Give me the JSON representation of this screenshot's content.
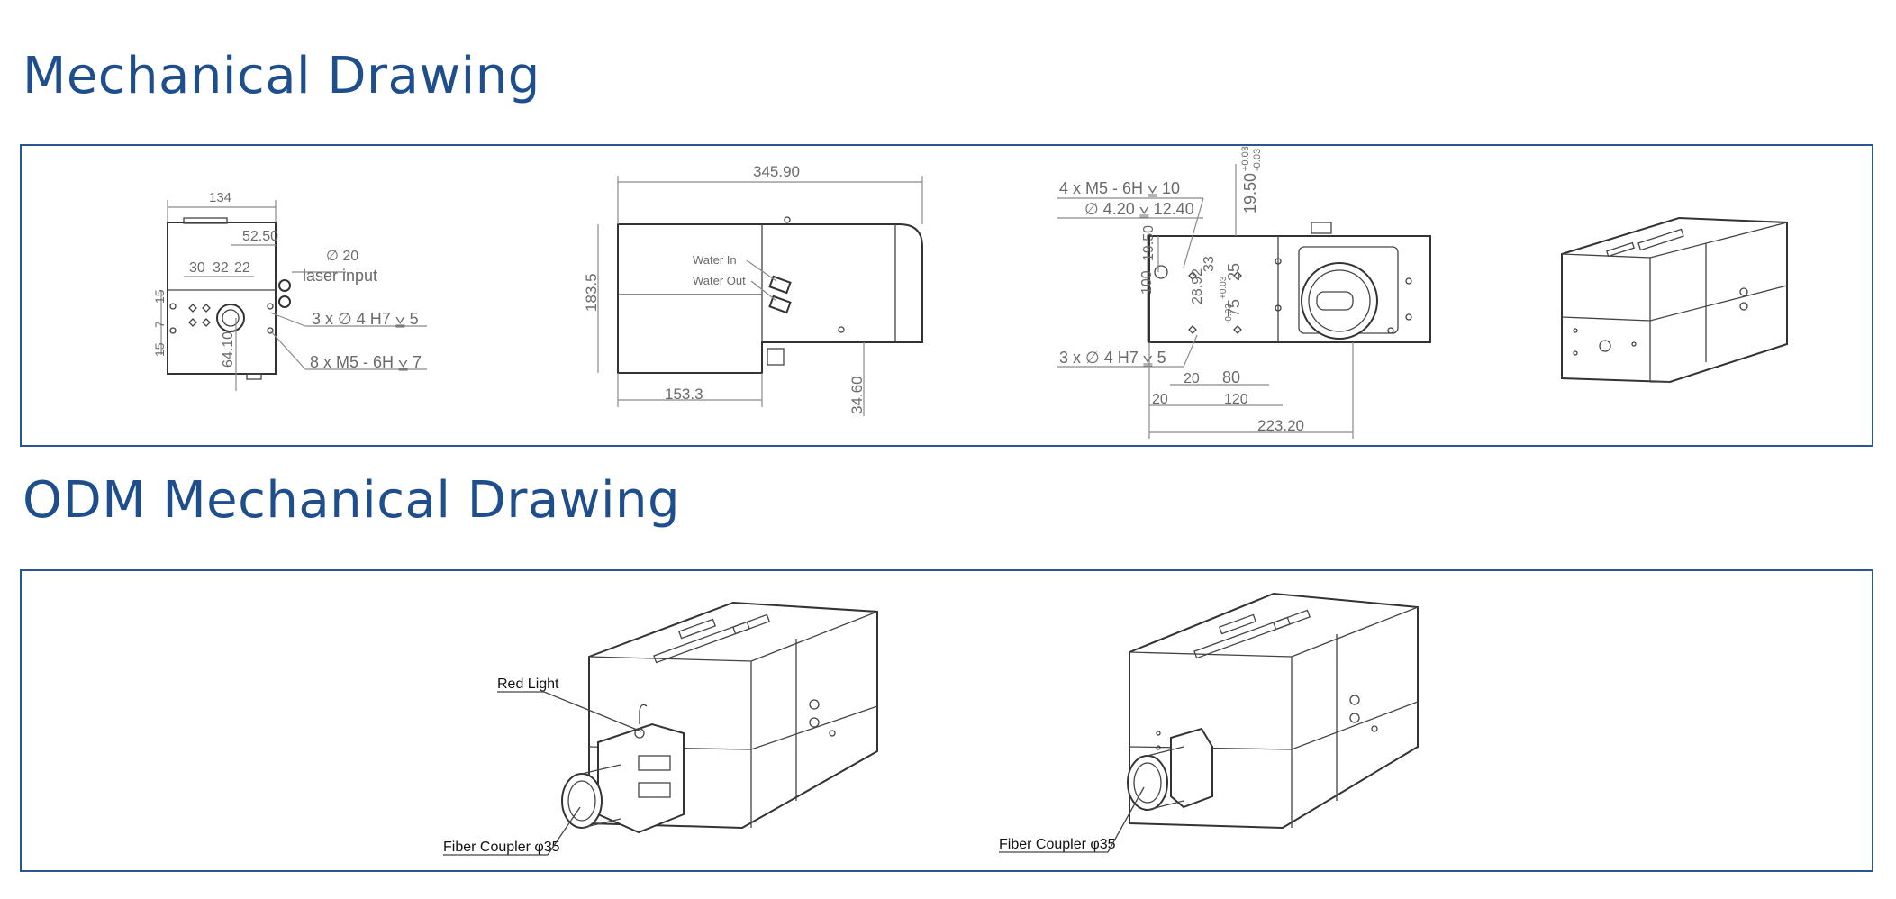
{
  "sections": {
    "mechanical_title": "Mechanical Drawing",
    "odm_title": "ODM Mechanical Drawing"
  },
  "view1": {
    "w134": "134",
    "d5250": "52.50",
    "d30": "30",
    "d32": "32",
    "d22": "22",
    "phi20": "∅ 20",
    "laser_input": "laser input",
    "holes_h7": "3 x ∅ 4 H7 ⩣ 5",
    "holes_m5": "8 x  M5 - 6H ⩣ 7",
    "d15a": "15",
    "d7": "7",
    "d15b": "15",
    "d6410": "64.10"
  },
  "view2": {
    "w34590": "345.90",
    "h1835": "183.5",
    "water_in": "Water In",
    "water_out": "Water Out",
    "d1533": "153.3",
    "d3460": "34.60"
  },
  "view3": {
    "m5_label": "4 x  M5 - 6H ⩣ 10",
    "phi420": "∅  4.20 ⩣ 12.40",
    "d1950v": "19.50",
    "tol_top_plus": "+0.03",
    "tol_top_minus": "-0.03",
    "d1950": "19.50",
    "d100": "100",
    "d2892": "28.92",
    "d33": "33",
    "d25": "25",
    "d75": "75",
    "tol_small_plus": "+0.03",
    "tol_small_minus": "-0.03",
    "h7_label": "3 x  ∅  4 H7 ⩣  5",
    "d20a": "20",
    "d80": "80",
    "d20b": "20",
    "d120": "120",
    "d22320": "223.20"
  },
  "odm": {
    "red_light": "Red Light",
    "fiber_coupler_1": "Fiber Coupler φ35",
    "fiber_coupler_2": "Fiber Coupler φ35"
  }
}
